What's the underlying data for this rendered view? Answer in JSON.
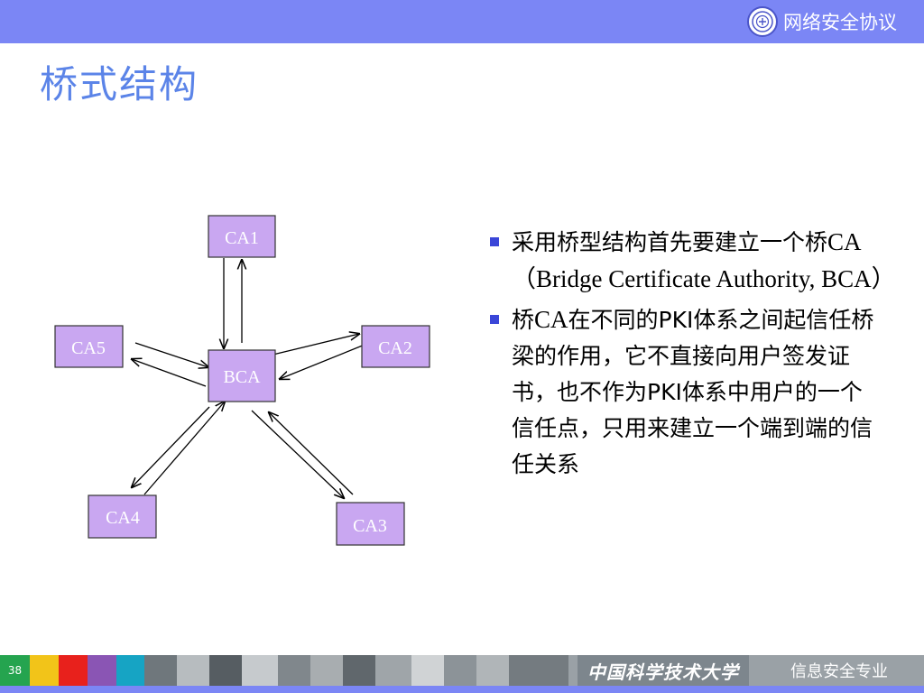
{
  "header": {
    "course_title": "网络安全协议",
    "logo_icon": "university-seal-icon",
    "bar_color": "#7b86f5"
  },
  "slide": {
    "title": "桥式结构",
    "title_color": "#5b84e8"
  },
  "diagram": {
    "node_color": "#c9a7f1",
    "nodes": [
      {
        "id": "CA1",
        "label": "CA1"
      },
      {
        "id": "CA2",
        "label": "CA2"
      },
      {
        "id": "CA3",
        "label": "CA3"
      },
      {
        "id": "CA4",
        "label": "CA4"
      },
      {
        "id": "CA5",
        "label": "CA5"
      },
      {
        "id": "BCA",
        "label": "BCA"
      }
    ],
    "edges": [
      {
        "from": "CA1",
        "to": "BCA",
        "bidirectional": true
      },
      {
        "from": "CA2",
        "to": "BCA",
        "bidirectional": true
      },
      {
        "from": "CA3",
        "to": "BCA",
        "bidirectional": true
      },
      {
        "from": "CA4",
        "to": "BCA",
        "bidirectional": true
      },
      {
        "from": "CA5",
        "to": "BCA",
        "bidirectional": true
      }
    ]
  },
  "bullets": [
    {
      "t1": "采用桥型结构首先要建立一个桥",
      "t2": "CA（Bridge Certificate Authority, BCA）",
      "t3": ""
    },
    {
      "t1": "桥",
      "t2": "CA",
      "t3": "在不同的PKI体系之间起信任桥梁的作用，它不直接向用户签发证书，也不作为PKI体系中用户的一个信任点，只用来建立一个端到端的信任关系"
    }
  ],
  "footer": {
    "page_number": "38",
    "university": "中国科学技术大学",
    "department": "信息安全专业",
    "swatch_colors": [
      "#f2c419",
      "#e8211c",
      "#8a55b4",
      "#16a4c4"
    ]
  }
}
